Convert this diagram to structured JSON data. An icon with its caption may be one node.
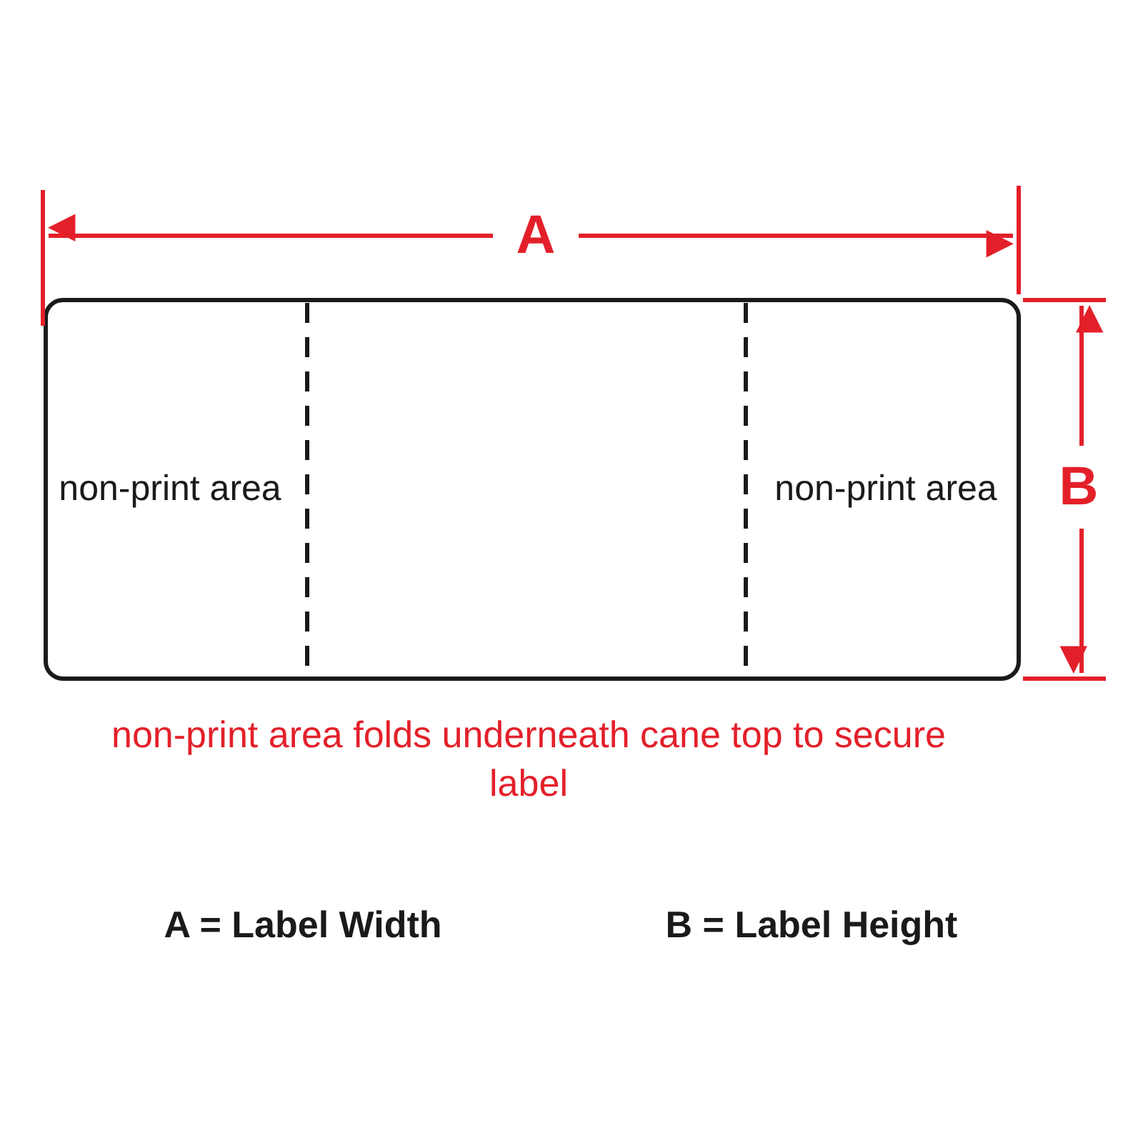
{
  "diagram": {
    "labels": [
      "A",
      "B",
      "non-print area",
      "non-print area",
      "non-print area folds underneath cane top to secure label",
      "A = Label Width",
      "B = Label Height"
    ]
  }
}
